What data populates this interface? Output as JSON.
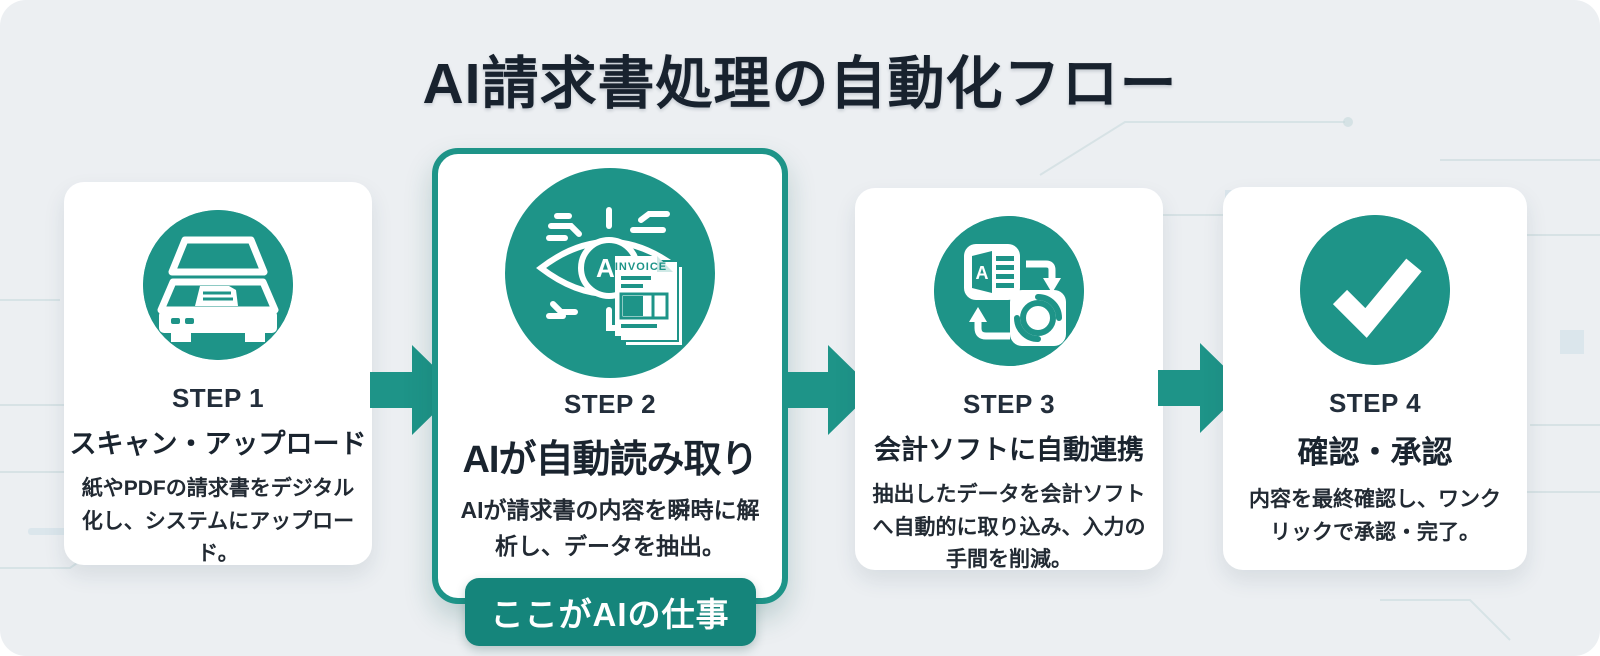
{
  "title": "AI請求書処理の自動化フロー",
  "colors": {
    "teal": "#1E9488",
    "teal_dark": "#15857B",
    "text_dark": "#18222E",
    "background": "#ECEFF2",
    "card_background": "#FFFFFF"
  },
  "steps": [
    {
      "id": "step-1",
      "label": "STEP 1",
      "heading": "スキャン・アップロード",
      "description": "紙やPDFの請求書をデジタル化し、システムにアップロード。",
      "icon": "scanner-icon",
      "highlighted": false
    },
    {
      "id": "step-2",
      "label": "STEP 2",
      "heading": "AIが自動読み取り",
      "description": "AIが請求書の内容を瞬時に解析し、データを抽出。",
      "icon": "ai-eye-invoice-icon",
      "highlighted": true,
      "badge": "ここがAIの仕事",
      "icon_ai_label": "AI",
      "icon_invoice_label": "INVOICE"
    },
    {
      "id": "step-3",
      "label": "STEP 3",
      "heading": "会計ソフトに自動連携",
      "description": "抽出したデータを会計ソフトへ自動的に取り込み、入力の手間を削減。",
      "icon": "accounting-sync-icon",
      "highlighted": false,
      "icon_letter": "A"
    },
    {
      "id": "step-4",
      "label": "STEP 4",
      "heading": "確認・承認",
      "description": "内容を最終確認し、ワンクリックで承認・完了。",
      "icon": "checkmark-icon",
      "highlighted": false
    }
  ]
}
